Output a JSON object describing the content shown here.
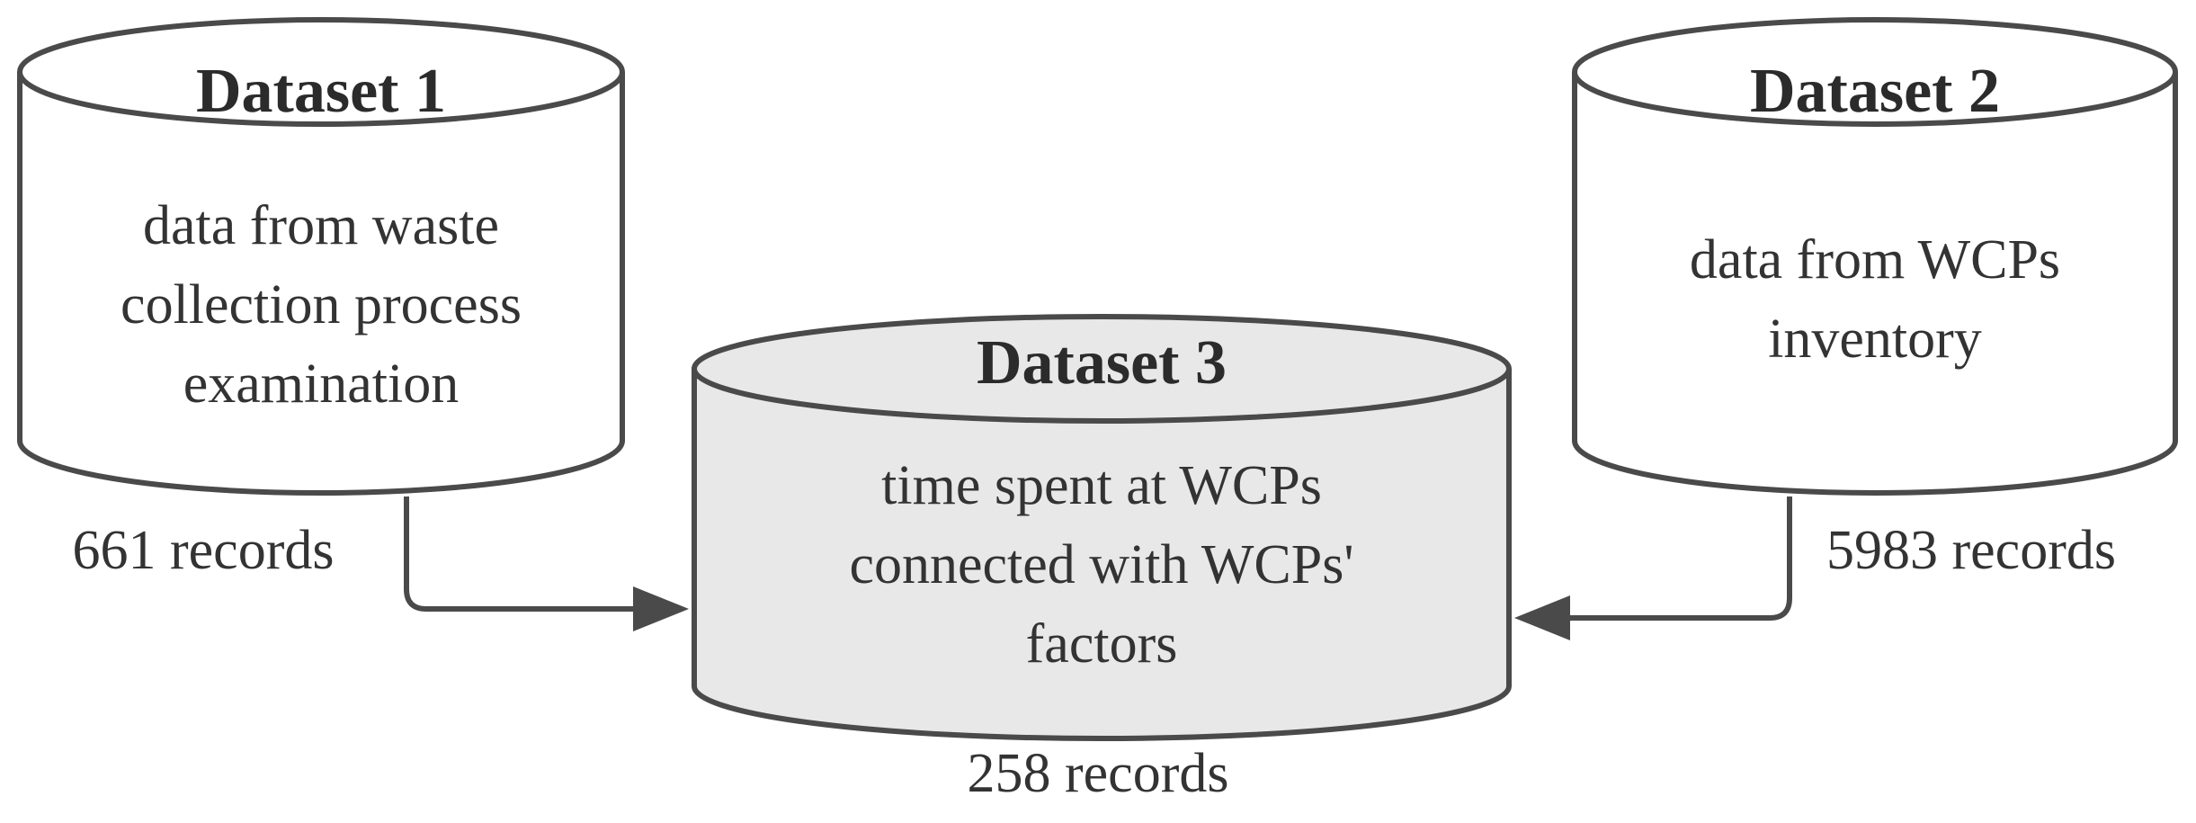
{
  "datasets": [
    {
      "title": "Dataset 1",
      "lines": [
        "data from waste",
        "collection process",
        "examination"
      ],
      "records": "661 records",
      "fill": "#ffffff"
    },
    {
      "title": "Dataset 2",
      "lines": [
        "data from WCPs",
        "inventory"
      ],
      "records": "5983 records",
      "fill": "#ffffff"
    },
    {
      "title": "Dataset 3",
      "lines": [
        "time spent at WCPs",
        "connected with WCPs'",
        "factors"
      ],
      "records": "258 records",
      "fill": "#e8e8e8"
    }
  ],
  "colors": {
    "stroke": "#4a4a4a",
    "text": "#333333"
  }
}
